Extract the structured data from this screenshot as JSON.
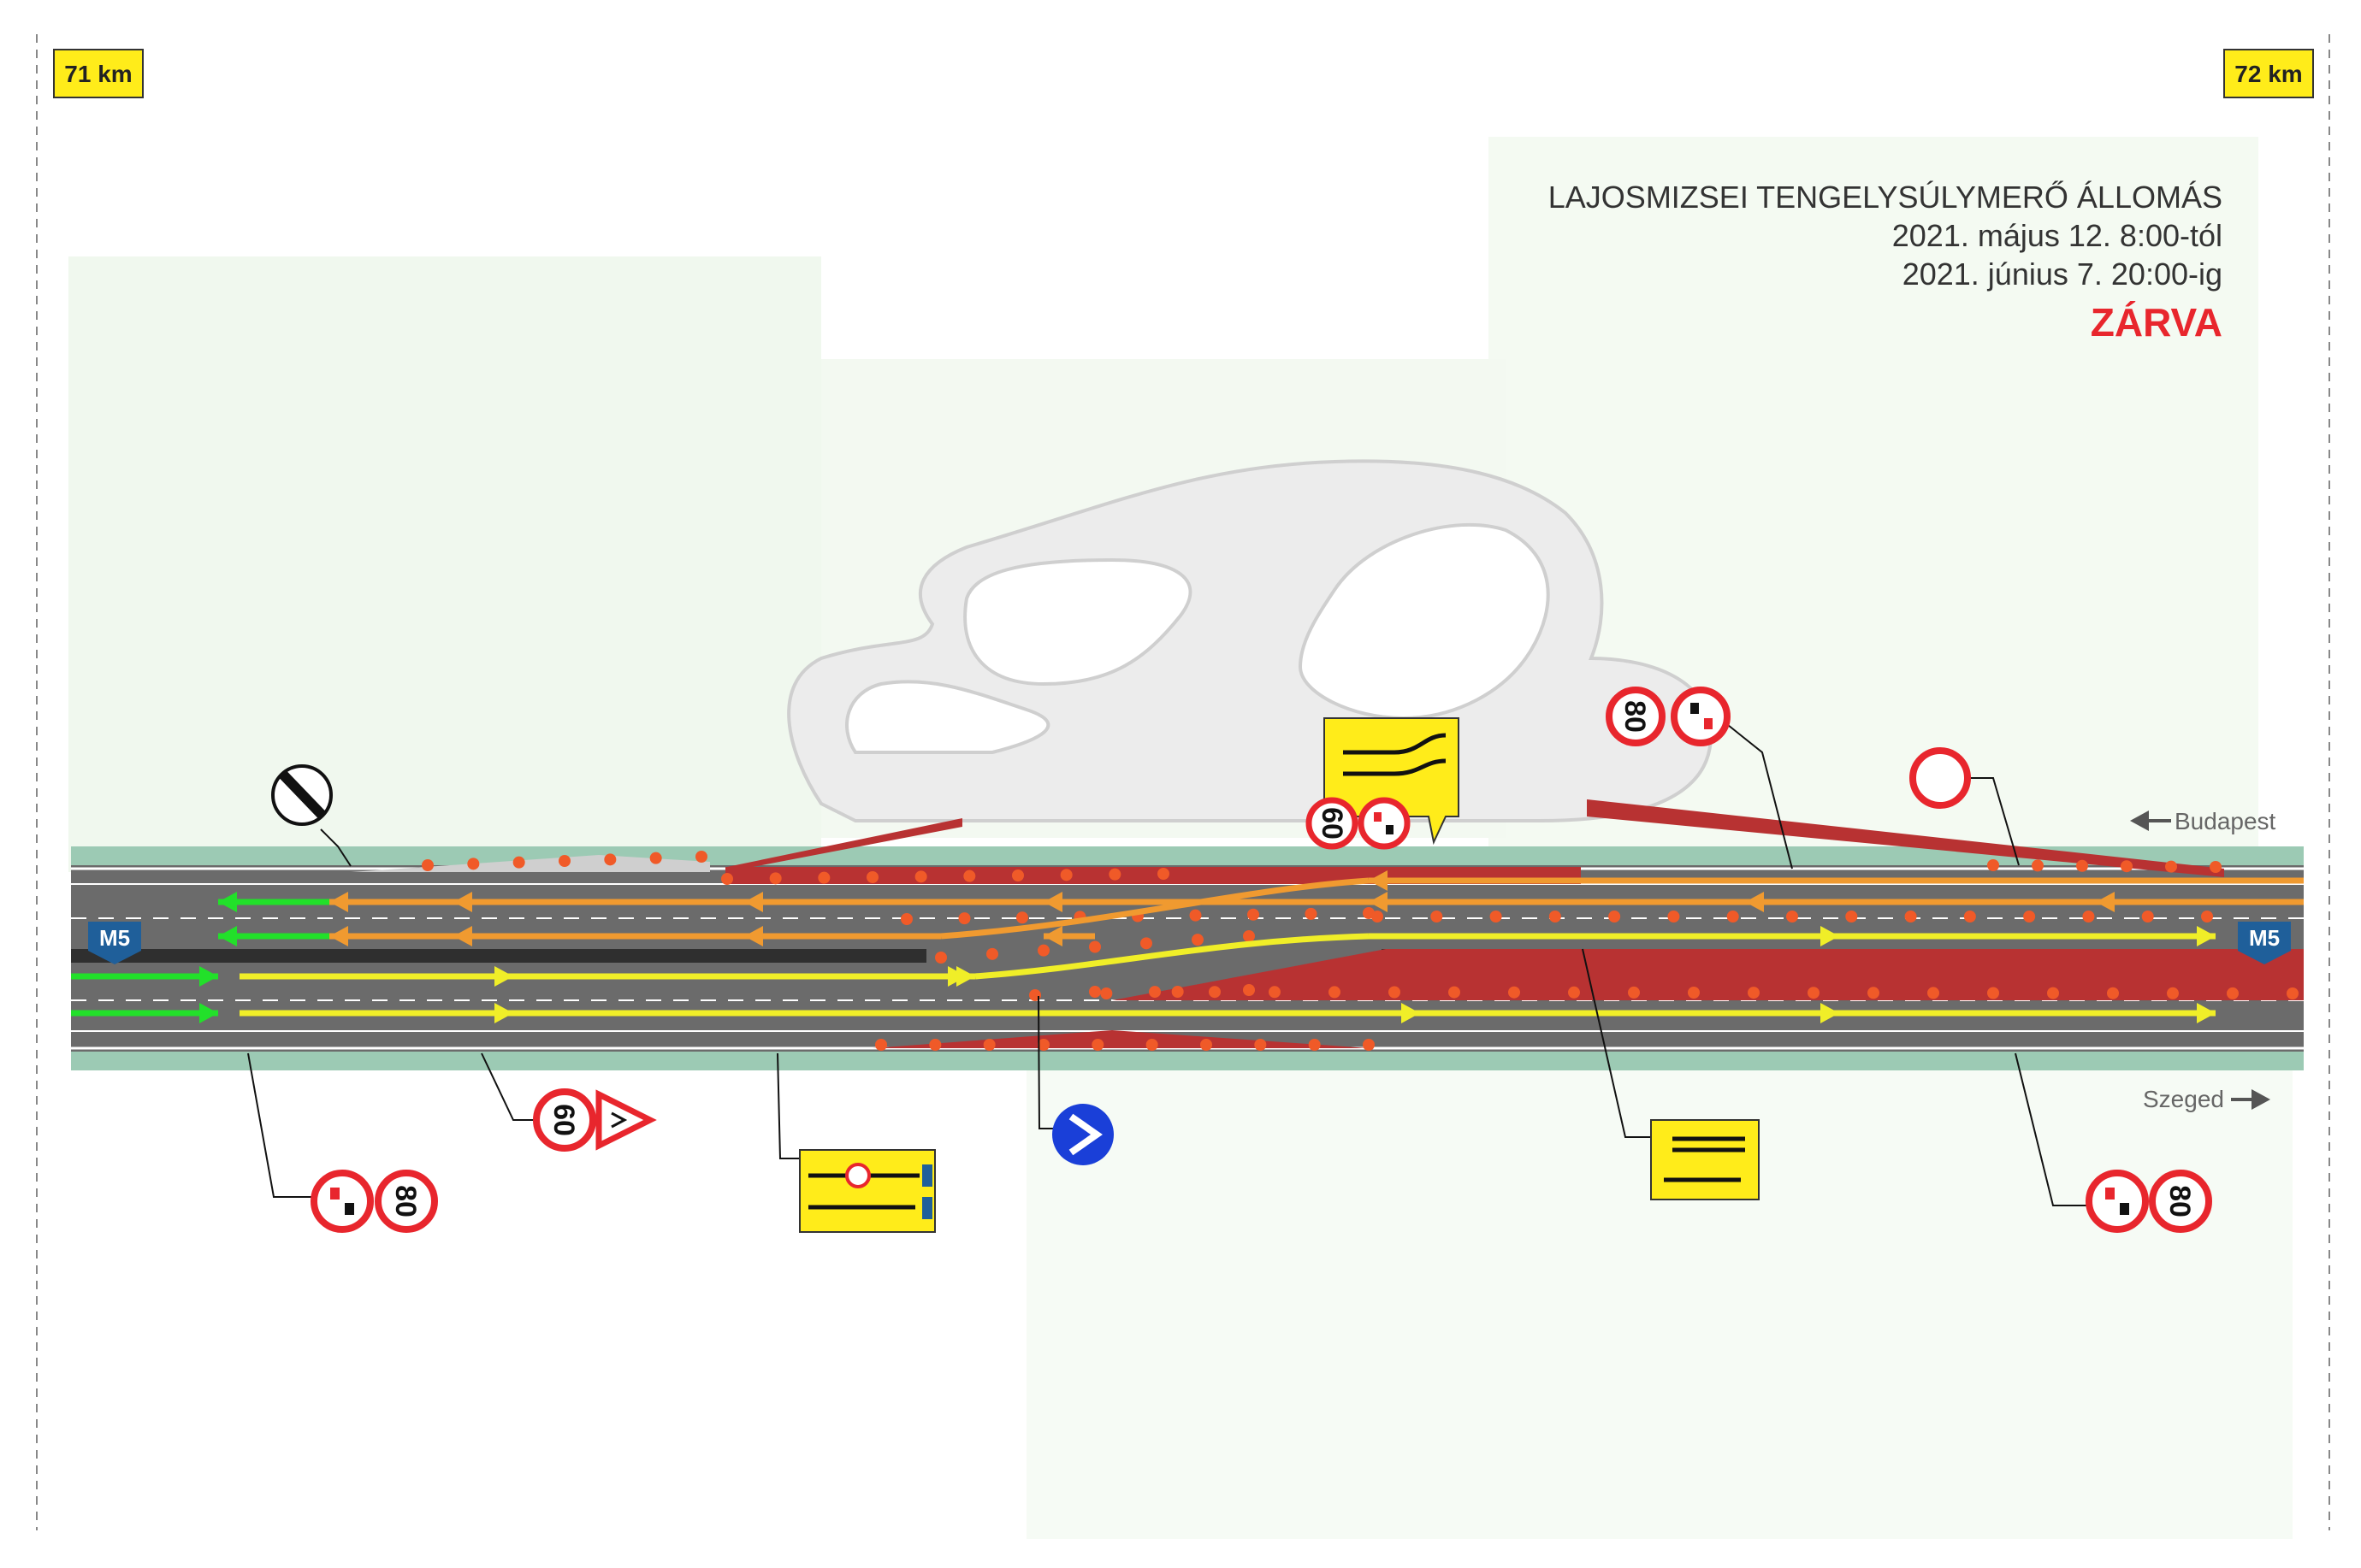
{
  "markers": {
    "left_km": "71 km",
    "right_km": "72 km"
  },
  "notice": {
    "title": "LAJOSMIZSEI TENGELYSÚLYMERŐ ÁLLOMÁS",
    "from": "2021. május 12. 8:00-tól",
    "to": "2021. június 7. 20:00-ig",
    "status": "ZÁRVA"
  },
  "directions": {
    "north": "Budapest",
    "south": "Szeged"
  },
  "road": {
    "shield": "M5"
  },
  "signs": {
    "speed_limit_80": "80",
    "speed_limit_60": "60"
  },
  "colors": {
    "grass": "#eef7ec",
    "shoulder": "#9ccab4",
    "road": "#6b6b6b",
    "closed_area": "#b83232",
    "cone": "#f05a28",
    "arrow_green": "#22e02a",
    "arrow_orange": "#f09a30",
    "arrow_yellow": "#f0ee28",
    "sign_yellow": "#ffec1a",
    "sign_red": "#e8262d",
    "shield_blue": "#1f5f9a",
    "notice_red": "#e8262d"
  },
  "icons": [
    "end-restriction-icon",
    "no-entry-icon",
    "keep-right-icon",
    "no-overtaking-trucks-icon",
    "lane-shift-icon",
    "lane-closure-icon",
    "contraflow-icon",
    "road-narrows-icon"
  ]
}
